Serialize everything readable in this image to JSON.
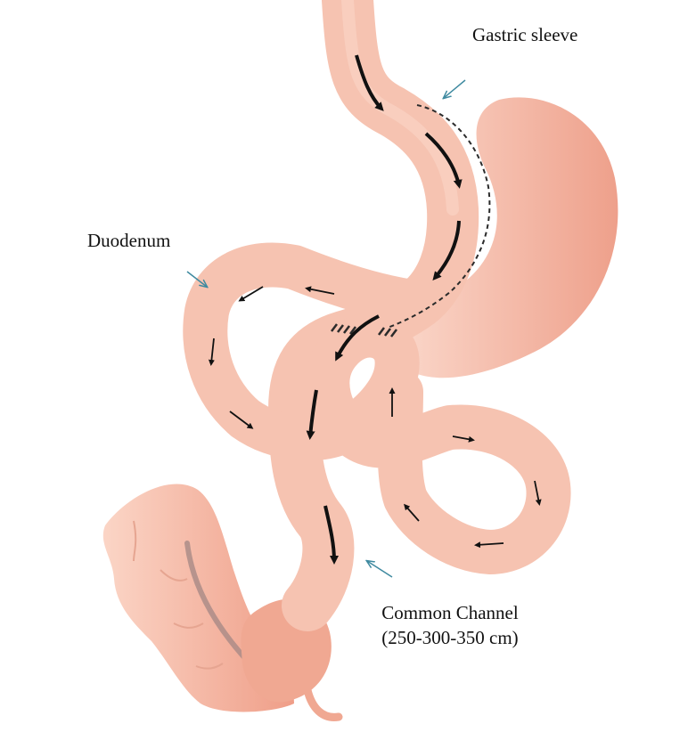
{
  "labels": {
    "gastric_sleeve": "Gastric sleeve",
    "duodenum": "Duodenum",
    "common_channel": "Common Channel",
    "common_channel_length": "(250-300-350 cm)"
  },
  "colors": {
    "background": "#ffffff",
    "tissue_fill": "#f6c3b1",
    "tissue_dark": "#e9a08a",
    "flow_arrow": "#111111",
    "pointer_arrow": "#3f8aa0",
    "staple_line": "#2b2b2b"
  },
  "icons": [
    "flow-arrow",
    "pointer-arrow",
    "staple-line",
    "staple-hatch"
  ]
}
